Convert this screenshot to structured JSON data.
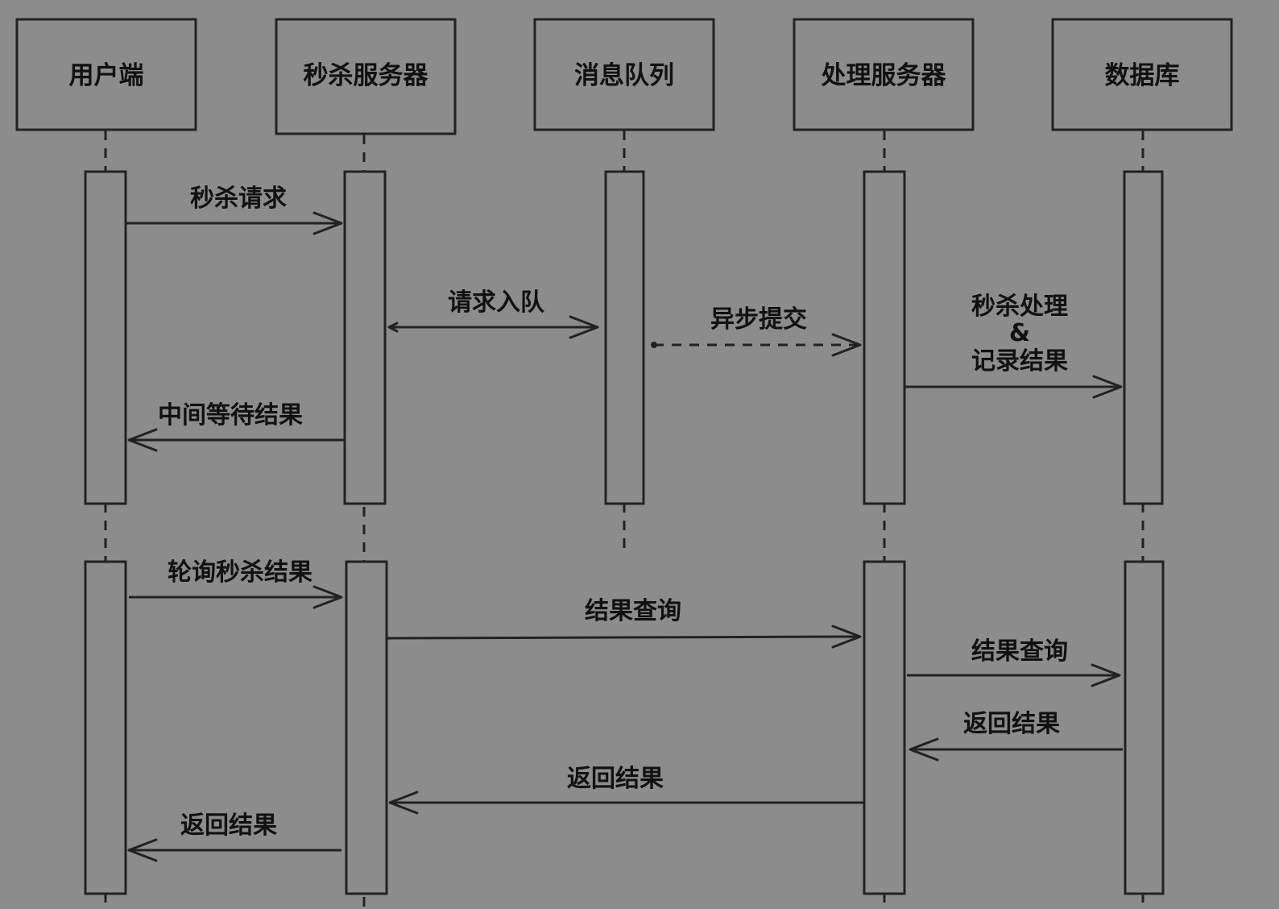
{
  "actors": [
    "用户端",
    "秒杀服务器",
    "消息队列",
    "处理服务器",
    "数据库"
  ],
  "messages": {
    "m1": "秒杀请求",
    "m2": "请求入队",
    "m3": "异步提交",
    "m4_line1": "秒杀处理",
    "m4_line2": "&",
    "m4_line3": "记录结果",
    "m5": "中间等待结果",
    "m6": "轮询秒杀结果",
    "m7": "结果查询",
    "m8": "结果查询",
    "m9": "返回结果",
    "m10": "返回结果",
    "m11": "返回结果"
  },
  "colors": {
    "background": "#8c8c8c",
    "stroke": "#222222",
    "text": "#111111"
  }
}
